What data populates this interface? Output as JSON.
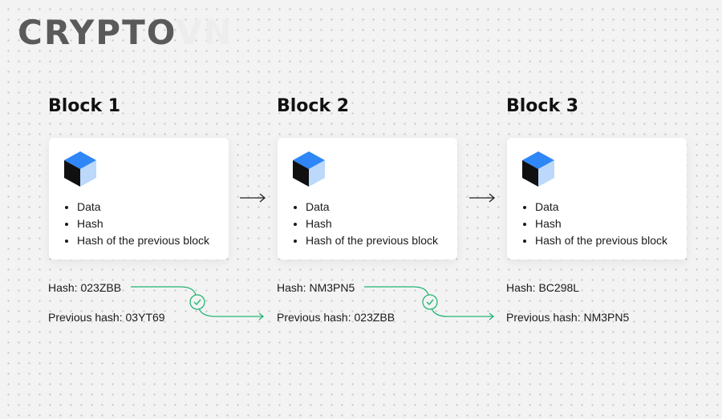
{
  "brand": {
    "logo_main": "CRYPTO",
    "logo_faint": "VN"
  },
  "colors": {
    "accent_green": "#22b573",
    "cube_top": "#2f86f6",
    "cube_left": "#101010",
    "cube_right": "#bcd8fb"
  },
  "blocks": [
    {
      "title": "Block 1",
      "items": [
        "Data",
        "Hash",
        "Hash of the previous block"
      ],
      "hash": "Hash: 023ZBB",
      "previous_hash": "Previous hash: 03YT69"
    },
    {
      "title": "Block 2",
      "items": [
        "Data",
        "Hash",
        "Hash of the previous block"
      ],
      "hash": "Hash: NM3PN5",
      "previous_hash": "Previous hash: 023ZBB"
    },
    {
      "title": "Block 3",
      "items": [
        "Data",
        "Hash",
        "Hash of the previous block"
      ],
      "hash": "Hash: BC298L",
      "previous_hash": "Previous hash: NM3PN5"
    }
  ],
  "icons": {
    "cube": "cube-icon",
    "block_arrow": "right-arrow-icon",
    "hash_match": "check-circle-icon"
  }
}
